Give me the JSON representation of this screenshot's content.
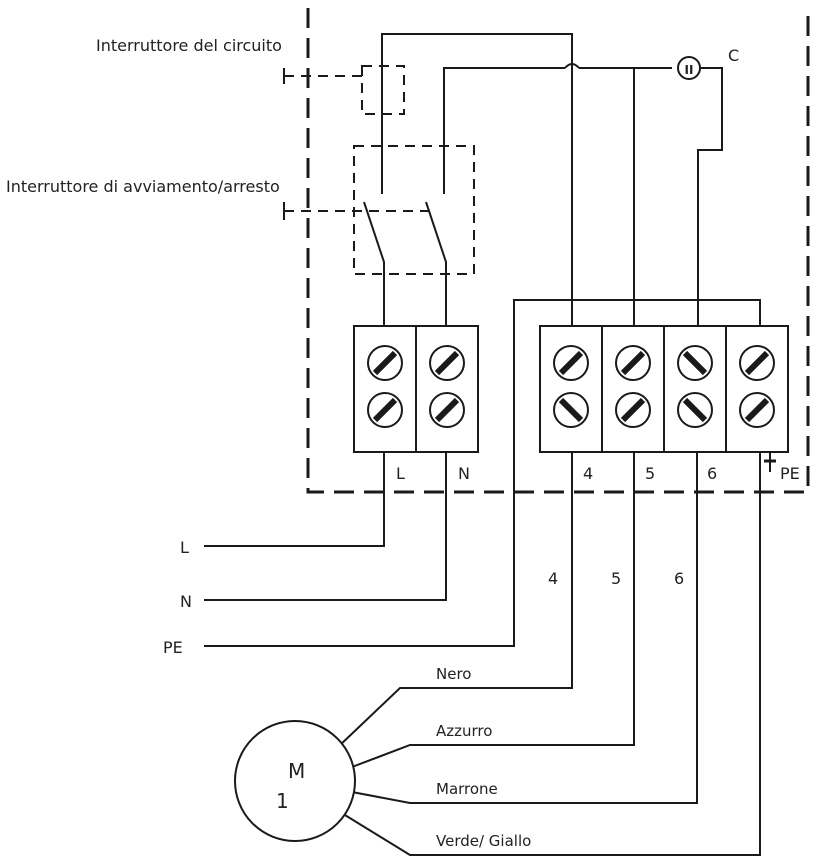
{
  "labels": {
    "circuit_breaker": "Interruttore del circuito",
    "start_stop_switch": "Interruttore di avviamento/arresto",
    "capacitor": "C",
    "capacitor_symbol": "II"
  },
  "terminals": {
    "left_block": [
      "L",
      "N"
    ],
    "right_block": [
      "4",
      "5",
      "6",
      "PE"
    ]
  },
  "supply_lines": [
    "L",
    "N",
    "PE"
  ],
  "wire_numbers": [
    "4",
    "5",
    "6"
  ],
  "motor": {
    "symbol": "M",
    "phase": "1"
  },
  "motor_wires": [
    "Nero",
    "Azzurro",
    "Marrone",
    "Verde/ Giallo"
  ]
}
